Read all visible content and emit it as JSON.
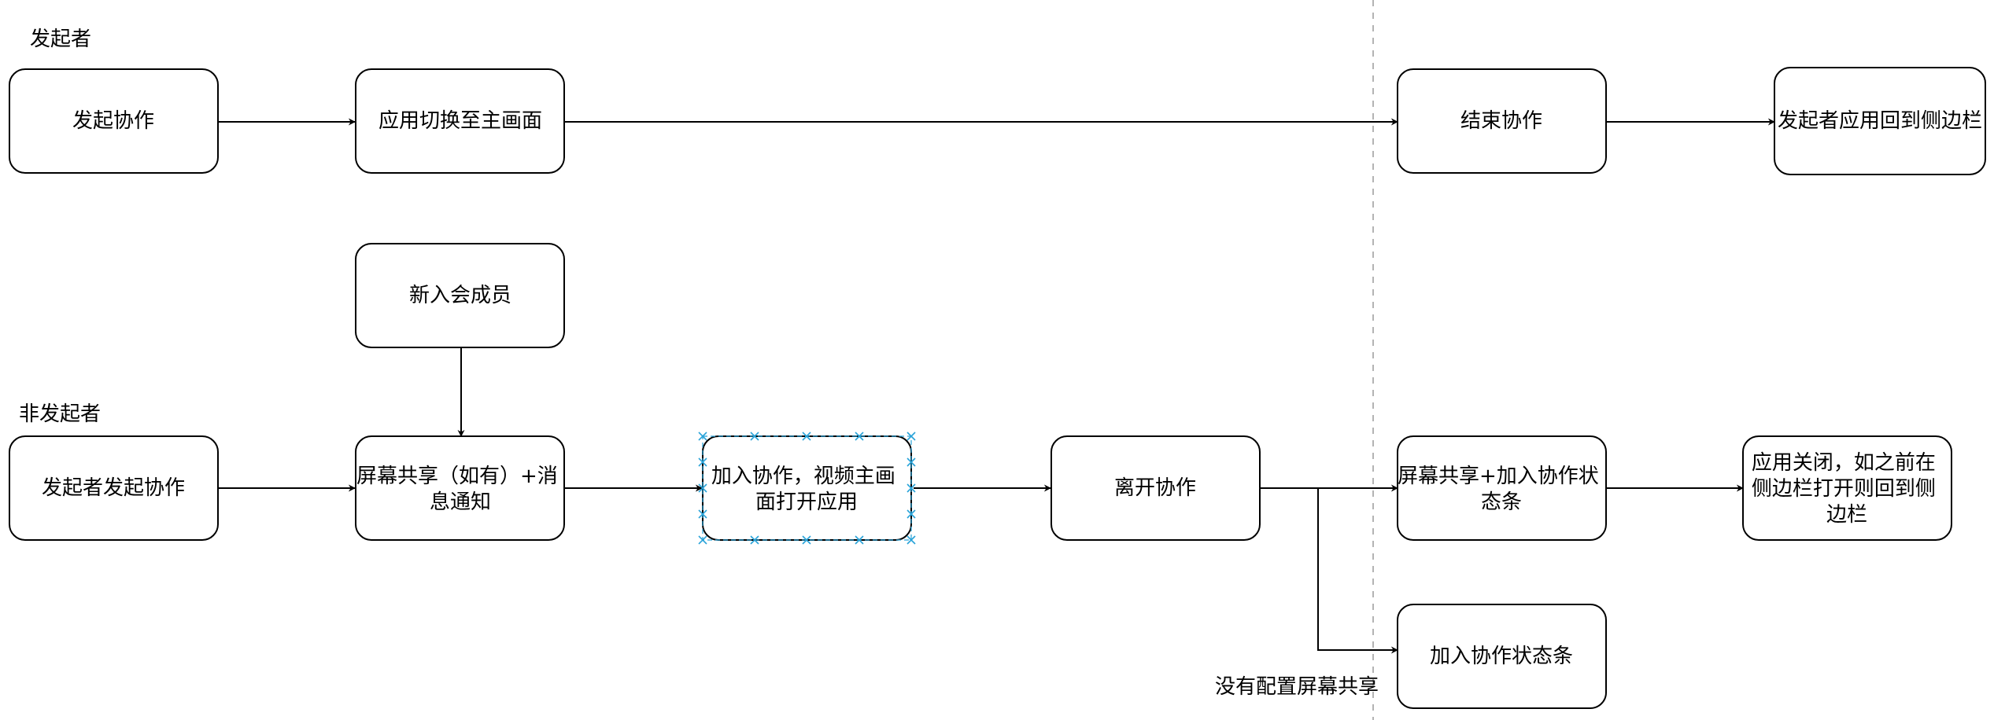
{
  "lanes": {
    "initiator": "发起者",
    "non_initiator": "非发起者"
  },
  "nodes": {
    "start_collab": "发起协作",
    "switch_main": "应用切换至主画面",
    "end_collab": "结束协作",
    "initiator_back": "发起者应用回到侧边栏",
    "new_member": "新入会成员",
    "initiator_started": "发起者发起协作",
    "screen_share_notify": [
      "屏幕共享（如有）+消",
      "息通知"
    ],
    "join_collab": [
      "加入协作，视频主画",
      "面打开应用"
    ],
    "leave_collab": "离开协作",
    "share_join_status": [
      "屏幕共享+加入协作状",
      "态条"
    ],
    "app_close": [
      "应用关闭，如之前在",
      "侧边栏打开则回到侧",
      "边栏"
    ],
    "join_status_bar": "加入协作状态条"
  },
  "edge_labels": {
    "no_screen_share": "没有配置屏幕共享"
  },
  "colors": {
    "stroke": "#000000",
    "separator": "#b3b3b3",
    "selection": "#29a3d9"
  }
}
